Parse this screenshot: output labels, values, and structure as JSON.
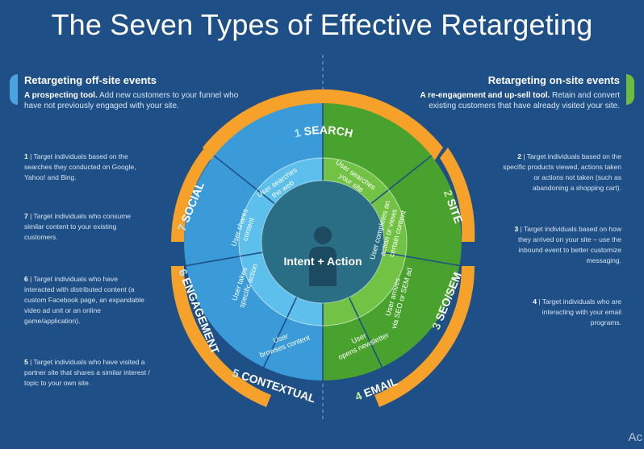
{
  "title": "The Seven Types of Effective Retargeting",
  "left_header": {
    "title": "Retargeting off-site events",
    "lead": "A prospecting tool.",
    "body": "Add new customers to your funnel who have not previously engaged with your site."
  },
  "right_header": {
    "title": "Retargeting on-site events",
    "lead": "A re-engagement and up-sell tool.",
    "body": "Retain and convert existing customers that have already visited your site."
  },
  "center": {
    "label": "Intent + Action"
  },
  "segments": [
    {
      "number": "1",
      "name": "SEARCH",
      "inner": [
        "User searches",
        "the web"
      ],
      "desc": "Target individuals based on the searches they conducted on Google, Yahoo! and Bing."
    },
    {
      "number": "2",
      "name": "SITE",
      "inner": [
        "User searches",
        "your site"
      ],
      "desc": "Target individuals based on the specific products viewed, actions taken or actions not taken (such as abandoning a shopping cart)."
    },
    {
      "number": "3",
      "name": "SEO/SEM",
      "inner": [
        "User completes an",
        "action or views",
        "certain content"
      ],
      "desc": "Target individuals based on how they arrived on your site – use the inbound event to better customize messaging."
    },
    {
      "number": "4",
      "name": "EMAIL",
      "inner": [
        "User arrives",
        "via SEO or SEM ad"
      ],
      "desc": "Target individuals who are interacting with your email programs."
    },
    {
      "number": "5",
      "name": "CONTEXTUAL",
      "inner": [
        "User",
        "opens newsletter"
      ],
      "desc": "Target individuals who have visited a partner site that shares a similar interest / topic to your own site."
    },
    {
      "number": "6",
      "name": "ENGAGEMENT",
      "inner": [
        "User",
        "browses content"
      ],
      "desc": "Target individuals who have interacted with distributed content (a custom Facebook page, an expandable video ad unit or an online game/application)."
    },
    {
      "number": "7",
      "name": "SOCIAL",
      "inner": [
        "User takes",
        "specific action"
      ],
      "desc": "Target individuals who consume similar content to your existing customers."
    }
  ],
  "social_inner": [
    "User shares",
    "content"
  ],
  "corner_text": "Ac",
  "colors": {
    "background": "#1e4f86",
    "blue_ring": "#3fa2de",
    "blue_inner": "#5bc0ec",
    "green_ring": "#4fa52f",
    "green_inner": "#74c346",
    "orange": "#f5a12a",
    "center": "#2a6e86"
  }
}
